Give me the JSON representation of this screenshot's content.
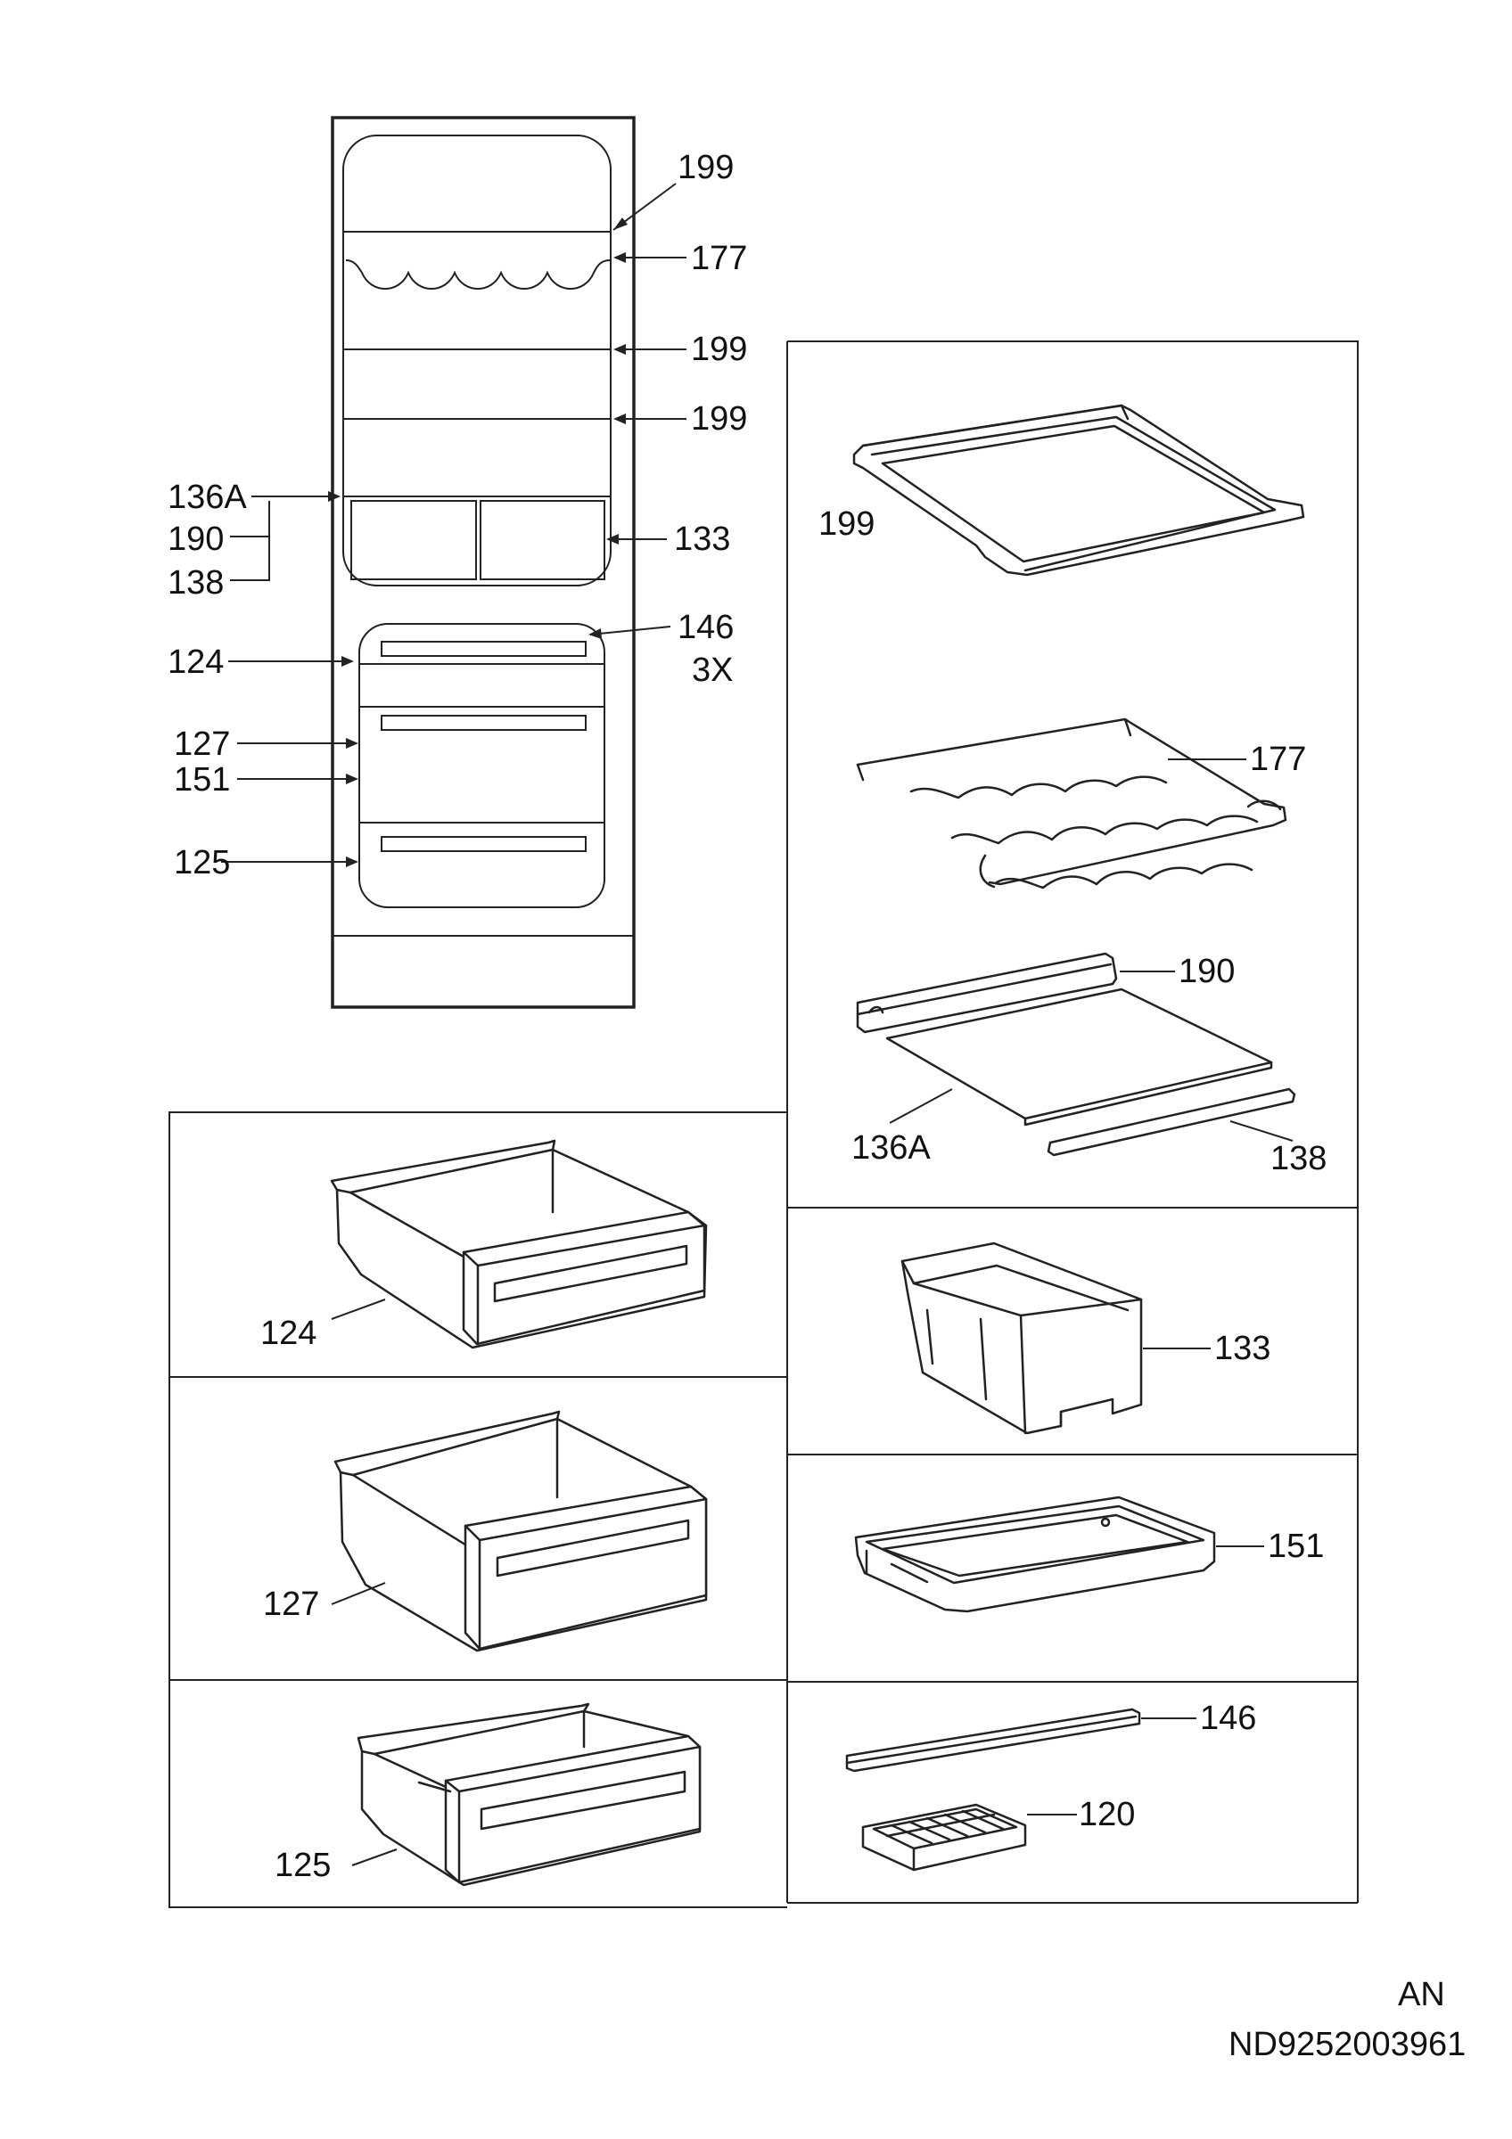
{
  "fridge_labels": {
    "top_shelf": "199",
    "wine_rack": "177",
    "shelf_2": "199",
    "shelf_3": "199",
    "glass_shelf": "136A",
    "shelf_trim_front": "190",
    "shelf_trim_rear": "138",
    "box": "133",
    "drawer_cover_rail": "146",
    "drawer_cover_qty": "3X",
    "drawer_top": "124",
    "drawer_middle": "127",
    "tray": "151",
    "drawer_bottom": "125"
  },
  "part_panels": {
    "shelf": "199",
    "wine_rack": "177",
    "trim_front": "190",
    "glass_shelf": "136A",
    "trim_rear": "138",
    "box": "133",
    "tray": "151",
    "rail": "146",
    "ice_tray": "120",
    "drawer_top": "124",
    "drawer_middle": "127",
    "drawer_bottom": "125"
  },
  "footer": {
    "variant": "AN",
    "doc_number": "ND9252003961"
  }
}
